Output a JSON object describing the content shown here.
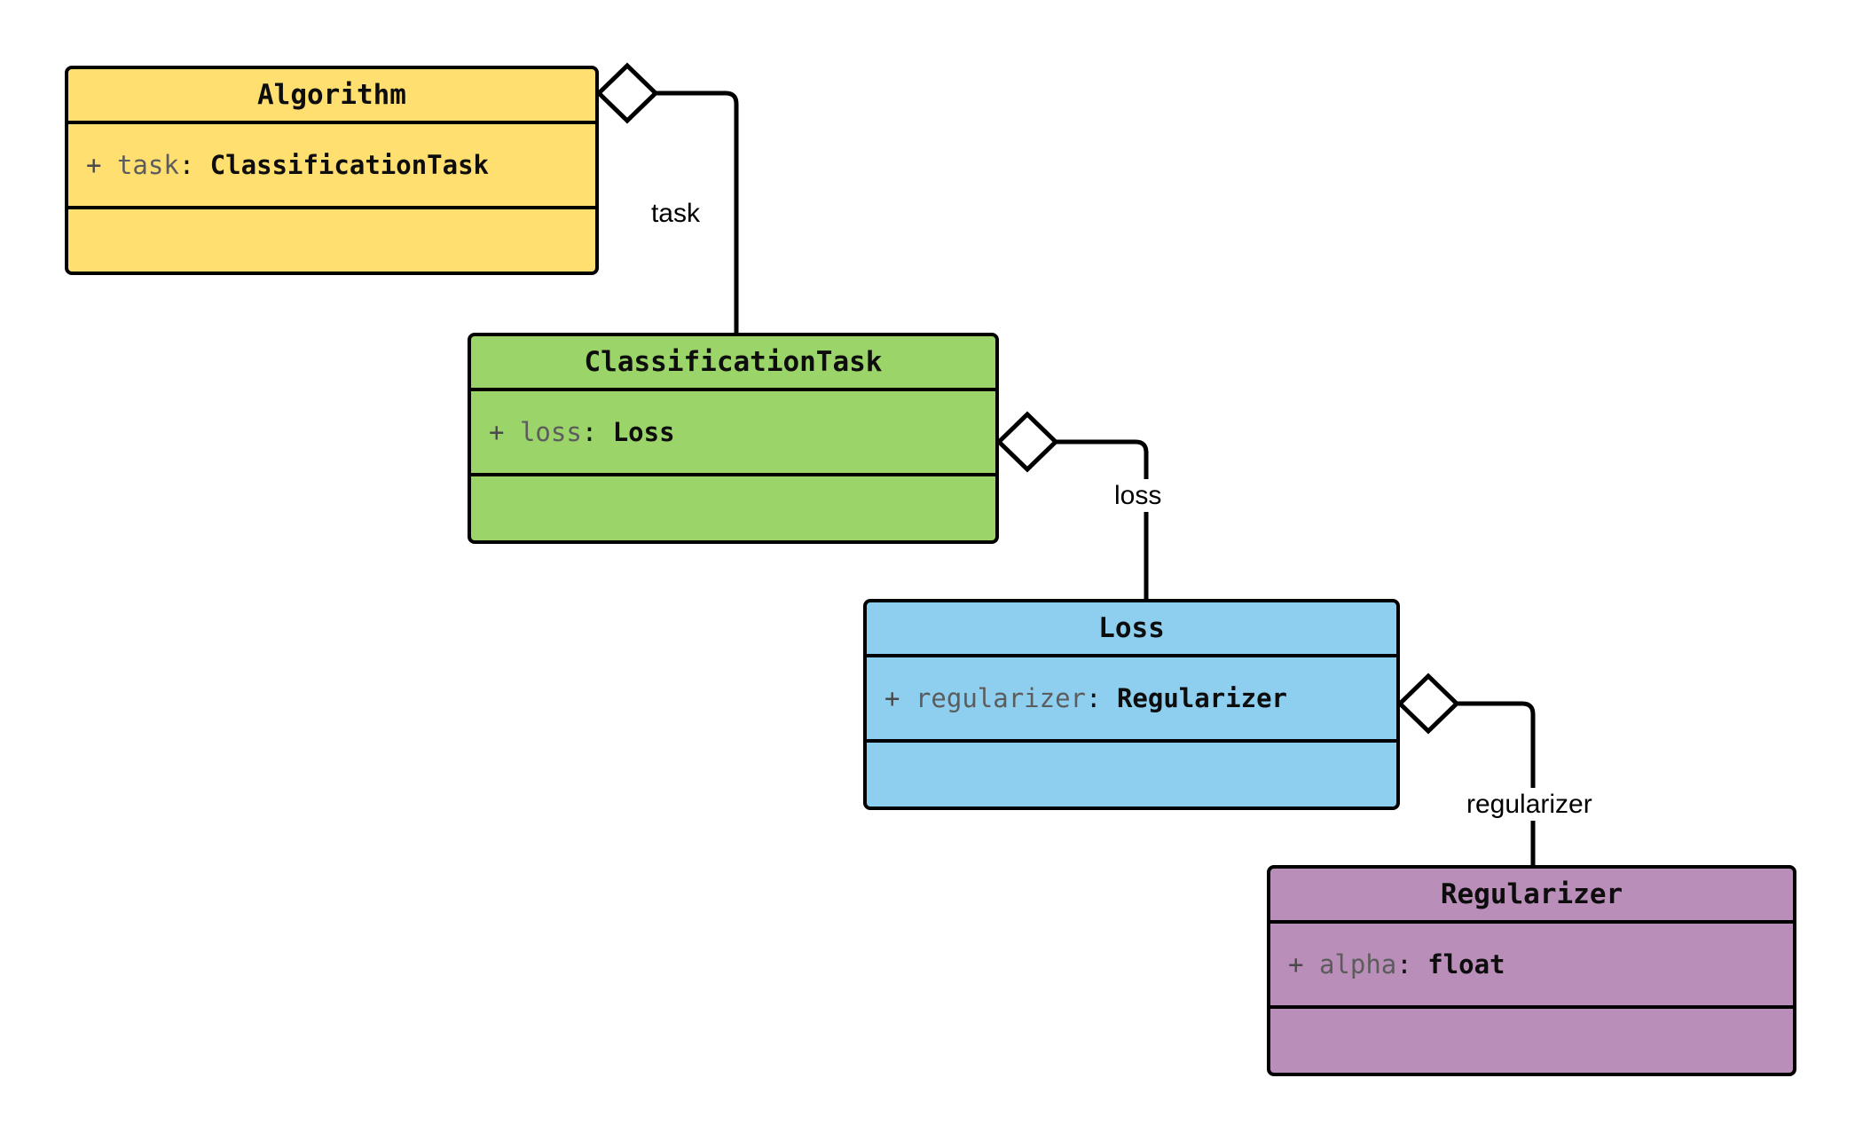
{
  "diagram": {
    "type": "uml-class-diagram",
    "title": "",
    "background": "#ffffff",
    "relationship_kind": "aggregation",
    "classes": [
      {
        "id": "algorithm",
        "name": "Algorithm",
        "fill": "#FFDF70",
        "attributes": [
          {
            "visibility": "+",
            "name": "task",
            "separator": ":",
            "type": "ClassificationTask"
          }
        ],
        "methods": []
      },
      {
        "id": "classification_task",
        "name": "ClassificationTask",
        "fill": "#9BD469",
        "attributes": [
          {
            "visibility": "+",
            "name": "loss",
            "separator": ":",
            "type": "Loss"
          }
        ],
        "methods": []
      },
      {
        "id": "loss",
        "name": "Loss",
        "fill": "#8ECFF0",
        "attributes": [
          {
            "visibility": "+",
            "name": "regularizer",
            "separator": ":",
            "type": "Regularizer"
          }
        ],
        "methods": []
      },
      {
        "id": "regularizer",
        "name": "Regularizer",
        "fill": "#B98EB8",
        "attributes": [
          {
            "visibility": "+",
            "name": "alpha",
            "separator": ":",
            "type": "float"
          }
        ],
        "methods": []
      }
    ],
    "edges": [
      {
        "id": "edge-task",
        "label": "task",
        "from": "algorithm",
        "to": "classification_task",
        "marker": "hollow-diamond"
      },
      {
        "id": "edge-loss",
        "label": "loss",
        "from": "classification_task",
        "to": "loss",
        "marker": "hollow-diamond"
      },
      {
        "id": "edge-regularizer",
        "label": "regularizer",
        "from": "loss",
        "to": "regularizer",
        "marker": "hollow-diamond"
      }
    ]
  }
}
